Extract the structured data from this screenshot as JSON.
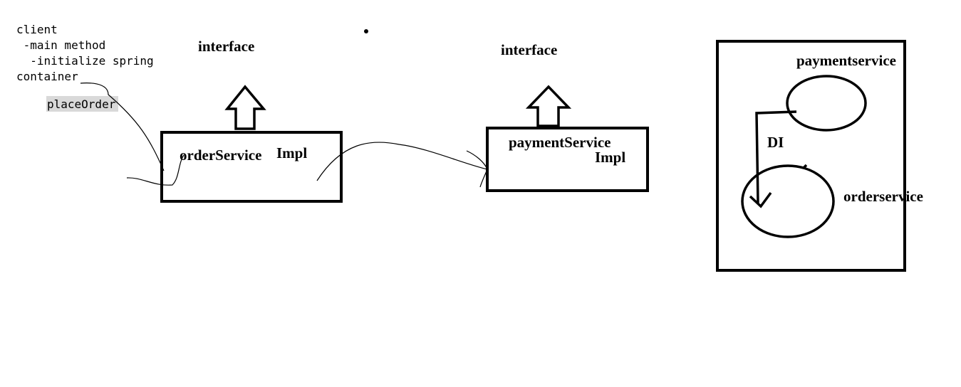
{
  "client_note": {
    "lines": [
      "client",
      " -main method",
      "  -initialize spring",
      "container"
    ],
    "highlight": "placeOrder",
    "highlight_color": "#d9d9d9"
  },
  "interfaces": {
    "left_label": "interface",
    "right_label": "interface"
  },
  "order_box": {
    "label_main": "orderService",
    "label_suffix": "Impl"
  },
  "payment_box": {
    "label_main": "paymentService",
    "label_suffix": "Impl"
  },
  "container": {
    "top_label": "paymentservice",
    "arrow_label": "DI",
    "bottom_label": "orderservice"
  },
  "colors": {
    "stroke": "#000000",
    "background": "#ffffff"
  }
}
